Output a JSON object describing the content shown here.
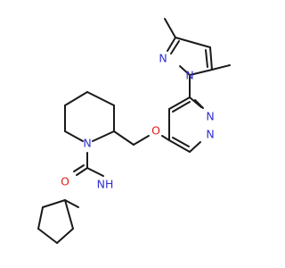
{
  "molecule": {
    "atom_labels": {
      "pyrazole_n2": "N",
      "pyrazole_n1": "N",
      "pyrimidine_n3": "N",
      "pyrimidine_n1": "N",
      "ether_o": "O",
      "carbonyl_o": "O",
      "piperidine_n": "N",
      "amide_nh": "NH"
    },
    "colors": {
      "nitrogen": "#2f2fcf",
      "oxygen": "#e21b1b",
      "bond": "#1a1a1a"
    }
  }
}
